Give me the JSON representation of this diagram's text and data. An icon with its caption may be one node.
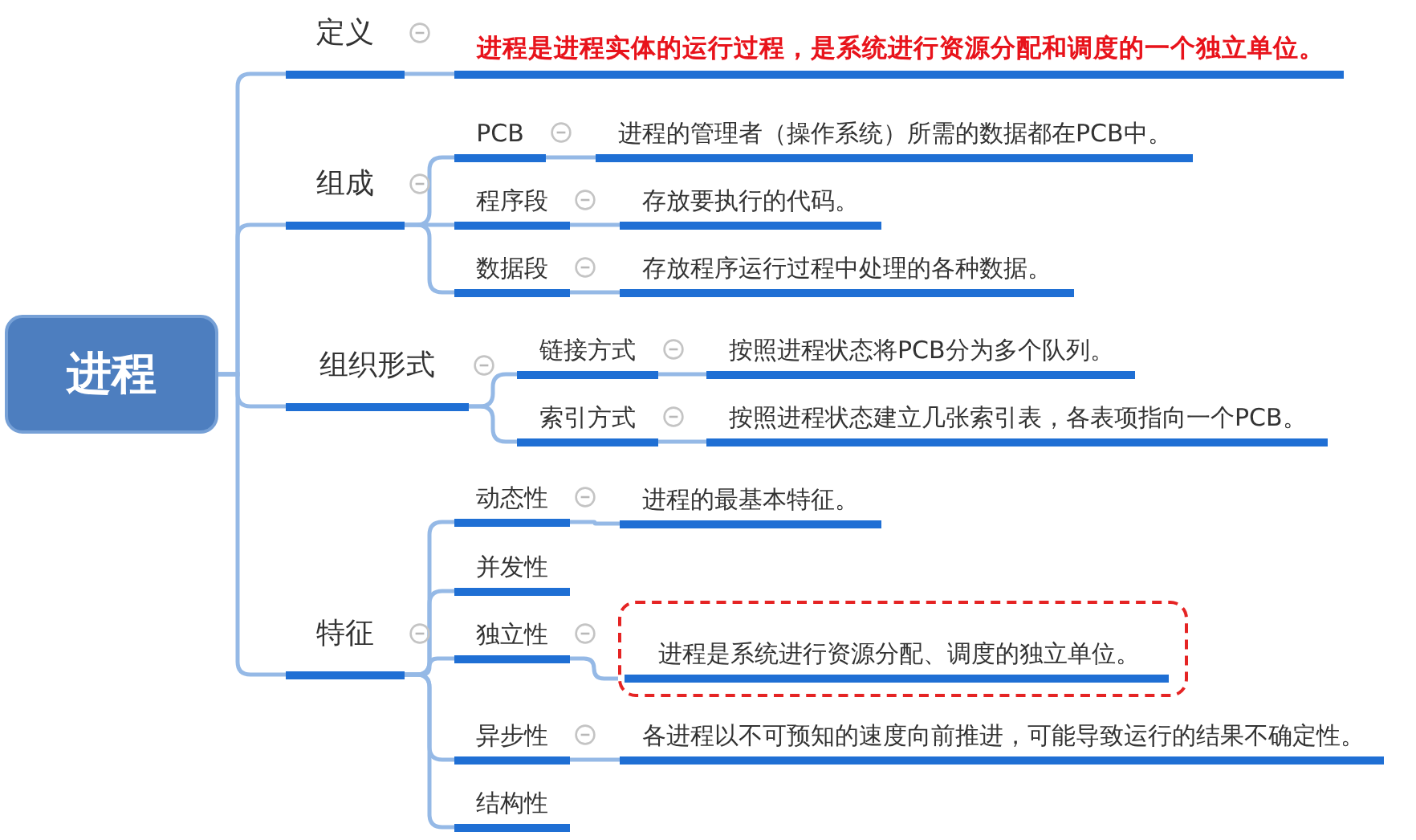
{
  "diagram": {
    "nodes": [
      {
        "text": [
          "进程"
        ]
      },
      {
        "text": [
          "定义"
        ]
      },
      {
        "text": [
          "进程是进程实体的运行过程，是系统进行资源分配和调度的一个独立单位。"
        ]
      },
      {
        "text": [
          "组成"
        ]
      },
      {
        "text": [
          "PCB"
        ]
      },
      {
        "text": [
          "进程的管理者（操作系统）所需的数据都在PCB中。"
        ]
      },
      {
        "text": [
          "程序段"
        ]
      },
      {
        "text": [
          "存放要执行的代码。"
        ]
      },
      {
        "text": [
          "数据段"
        ]
      },
      {
        "text": [
          "存放程序运行过程中处理的各种数据。"
        ]
      },
      {
        "text": [
          "组织形式"
        ]
      },
      {
        "text": [
          "链接方式"
        ]
      },
      {
        "text": [
          "按照进程状态将PCB分为多个队列。"
        ]
      },
      {
        "text": [
          "索引方式"
        ]
      },
      {
        "text": [
          "按照进程状态建立几张索引表，各表项指向一个PCB。"
        ]
      },
      {
        "text": [
          "特征"
        ]
      },
      {
        "text": [
          "动态性"
        ]
      },
      {
        "text": [
          "进程的最基本特征。"
        ]
      },
      {
        "text": [
          "并发性"
        ]
      },
      {
        "text": [
          "独立性"
        ]
      },
      {
        "text": [
          "进程是系统进行资源分配、调度的独立单位。"
        ]
      },
      {
        "text": [
          "异步性"
        ]
      },
      {
        "text": [
          "各进程以不可预知的速度向前推进，可能导致运行的结果不确定性。"
        ]
      },
      {
        "text": [
          "结构性"
        ]
      }
    ],
    "edges": [
      {
        "from": 0,
        "to": 1,
        "arrow": "none"
      },
      {
        "from": 0,
        "to": 3,
        "arrow": "none"
      },
      {
        "from": 0,
        "to": 10,
        "arrow": "none"
      },
      {
        "from": 0,
        "to": 15,
        "arrow": "none"
      },
      {
        "from": 1,
        "to": 2,
        "arrow": "none"
      },
      {
        "from": 3,
        "to": 4,
        "arrow": "none"
      },
      {
        "from": 3,
        "to": 6,
        "arrow": "none"
      },
      {
        "from": 3,
        "to": 8,
        "arrow": "none"
      },
      {
        "from": 4,
        "to": 5,
        "arrow": "none"
      },
      {
        "from": 6,
        "to": 7,
        "arrow": "none"
      },
      {
        "from": 8,
        "to": 9,
        "arrow": "none"
      },
      {
        "from": 10,
        "to": 11,
        "arrow": "none"
      },
      {
        "from": 10,
        "to": 13,
        "arrow": "none"
      },
      {
        "from": 11,
        "to": 12,
        "arrow": "none"
      },
      {
        "from": 13,
        "to": 14,
        "arrow": "none"
      },
      {
        "from": 15,
        "to": 16,
        "arrow": "none"
      },
      {
        "from": 15,
        "to": 18,
        "arrow": "none"
      },
      {
        "from": 15,
        "to": 19,
        "arrow": "none"
      },
      {
        "from": 15,
        "to": 21,
        "arrow": "none"
      },
      {
        "from": 15,
        "to": 23,
        "arrow": "none"
      },
      {
        "from": 16,
        "to": 17,
        "arrow": "none"
      },
      {
        "from": 19,
        "to": 20,
        "arrow": "none"
      },
      {
        "from": 21,
        "to": 22,
        "arrow": "none"
      }
    ]
  }
}
